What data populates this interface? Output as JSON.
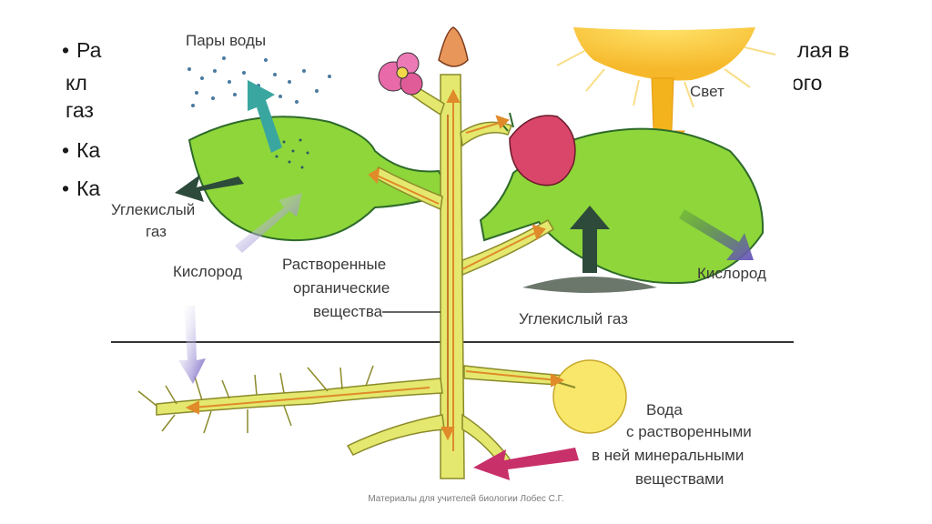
{
  "bullets": {
    "b1_start": "Ра",
    "b1_end": "лая в",
    "b1_l2_start": "кл",
    "b1_l2_end": "ого",
    "b1_l3_start": "газ",
    "b2_start": "Ка",
    "b3_start": "Ка",
    "marker": "•"
  },
  "diagram": {
    "labels": {
      "vapor": "Пары воды",
      "light": "Свет",
      "co2_left_1": "Углекислый",
      "co2_left_2": "газ",
      "oxygen_left": "Кислород",
      "dissolved_1": "Растворенные",
      "dissolved_2": "органические",
      "dissolved_3": "вещества",
      "oxygen_right": "Кислород",
      "co2_right": "Углекислый газ",
      "water_1": "Вода",
      "water_2": "с растворенными",
      "water_3": "в ней минеральными",
      "water_4": "веществами"
    },
    "colors": {
      "leaf": "#8ed63a",
      "stem": "#e4e86e",
      "arrow_orange": "#e08a2a",
      "arrow_dark": "#2d4a3a",
      "arrow_purple": "#6f5bbf",
      "arrow_teal": "#3aa6a0",
      "arrow_pink": "#c8306a",
      "sun": "#f6c82a",
      "fruit": "#d9466a"
    }
  },
  "footer": "Материалы для учителей биологии Лобес С.Г."
}
